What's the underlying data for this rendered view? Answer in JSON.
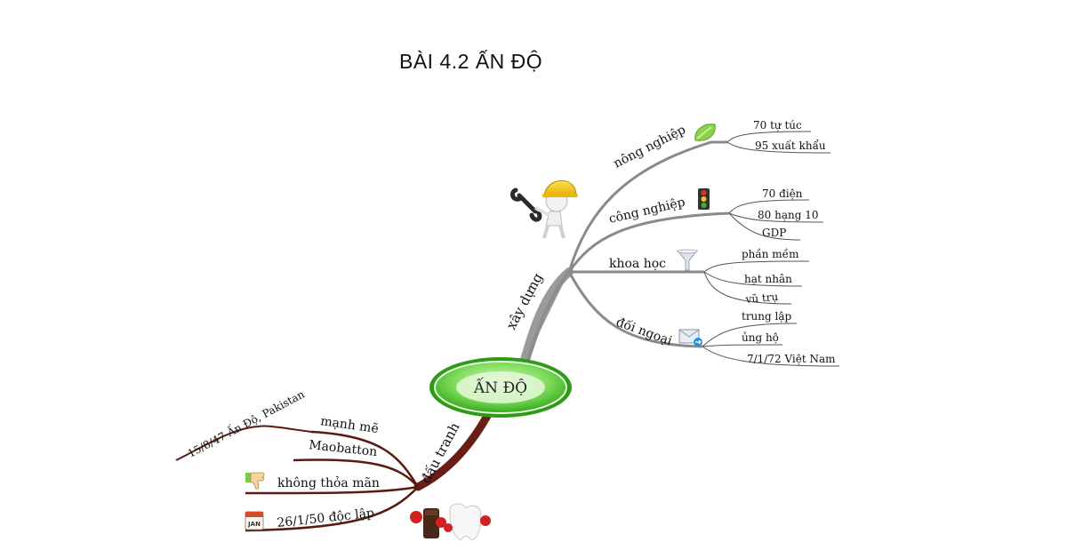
{
  "title": "BÀI 4.2 ẤN ĐỘ",
  "center": {
    "label": "ẤN ĐỘ",
    "color": "#3fbf2b"
  },
  "branches": {
    "xay_dung": {
      "label": "xây dựng",
      "color": "#9a9a9a",
      "nong_nghiep": {
        "label": "nông nghiệp",
        "icon": "leaf-icon",
        "items": [
          "70 tự túc",
          "95 xuất khẩu"
        ]
      },
      "cong_nghiep": {
        "label": "công nghiệp",
        "icon": "traffic-light-icon",
        "items": [
          "70 điện",
          "80 hạng 10",
          "GDP"
        ]
      },
      "khoa_hoc": {
        "label": "khoa học",
        "icon": "funnel-icon",
        "items": [
          "phần mềm",
          "hạt nhân",
          "vũ trụ"
        ]
      },
      "doi_ngoai": {
        "label": "đối ngoại",
        "icon": "envelope-icon",
        "items": [
          "trung lập",
          "ủng hộ",
          "7/1/72 Việt Nam"
        ]
      }
    },
    "dau_tranh": {
      "label": "đấu tranh",
      "color": "#5a1a12",
      "items": [
        "mạnh mẽ",
        "Maobatton",
        "15/8/47 Ấn Độ, Pakistan",
        "không thỏa mãn",
        "26/1/50 độc lập"
      ],
      "icons": [
        "thumbs-down-icon",
        "calendar-icon"
      ],
      "calendar_text": "JAN"
    }
  },
  "decor": [
    "worker-figure-icon",
    "boxing-figures-icon"
  ]
}
